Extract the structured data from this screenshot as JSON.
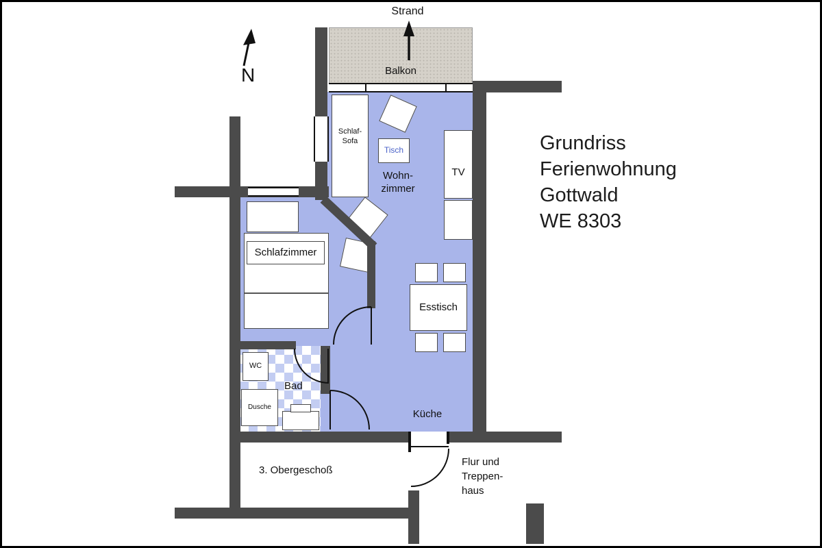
{
  "title_block": {
    "line1": "Grundriss",
    "line2": "Ferienwohnung",
    "line3": "Gottwald",
    "line4": "WE 8303"
  },
  "compass": {
    "north": "N"
  },
  "exterior": {
    "strand": "Strand",
    "balkon": "Balkon"
  },
  "rooms": {
    "wohnzimmer_line1": "Wohn-",
    "wohnzimmer_line2": "zimmer",
    "schlafzimmer": "Schlafzimmer",
    "bad": "Bad",
    "kueche": "Küche",
    "flur_line1": "Flur und",
    "flur_line2": "Treppen-",
    "flur_line3": "haus",
    "obergeschoss": "3. Obergeschoß"
  },
  "furniture": {
    "schlaf_sofa_line1": "Schlaf-",
    "schlaf_sofa_line2": "Sofa",
    "tisch": "Tisch",
    "tv": "TV",
    "esstisch": "Esstisch",
    "wc": "WC",
    "dusche": "Dusche"
  },
  "colors": {
    "room_fill": "#a9b5ea",
    "wall": "#4b4b4b",
    "balcony_fill": "#d5d1c9",
    "tile_alt": "#c3cdf2",
    "tisch_text": "#4a62c8"
  }
}
